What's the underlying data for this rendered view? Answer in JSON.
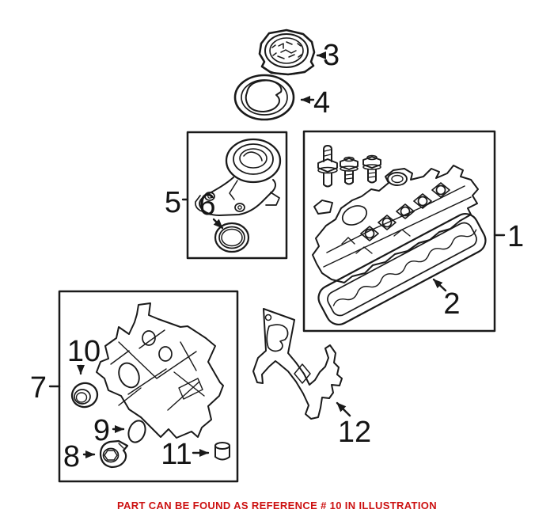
{
  "diagram": {
    "kind": "engine-parts-illustration",
    "callouts": {
      "c1": "1",
      "c2": "2",
      "c3": "3",
      "c4": "4",
      "c5": "5",
      "c6": "6",
      "c7": "7",
      "c8": "8",
      "c9": "9",
      "c10": "10",
      "c11": "11",
      "c12": "12"
    },
    "footnote": "PART CAN BE FOUND AS REFERENCE # 10 IN ILLUSTRATION",
    "reference_number": "10",
    "colors": {
      "line": "#1a1a1a",
      "footnote": "#cc1111",
      "background": "#ffffff"
    }
  }
}
